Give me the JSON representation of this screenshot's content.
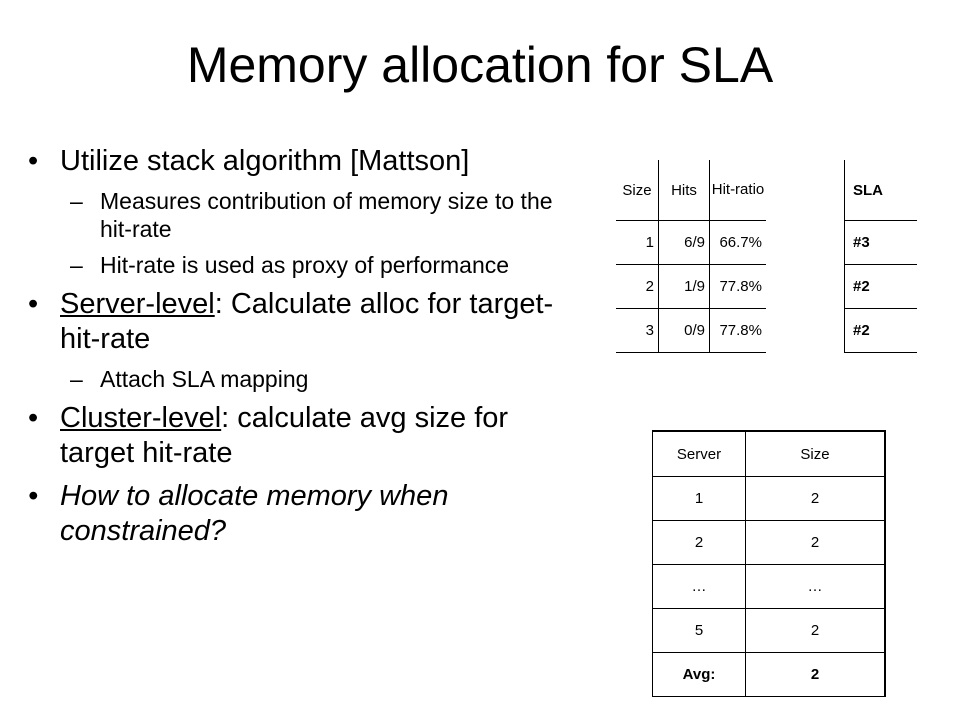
{
  "title": "Memory allocation for SLA",
  "bullets": {
    "b1": "Utilize stack algorithm [Mattson]",
    "b1_sub1": "Measures contribution of memory size to the hit-rate",
    "b1_sub2": "Hit-rate is used as proxy of performance",
    "b2_underline": "Server-level",
    "b2_rest": ": Calculate alloc for target-hit-rate",
    "b2_sub1": "Attach SLA mapping",
    "b3_underline": "Cluster-level",
    "b3_rest": ": calculate avg size for target hit-rate",
    "b4": "How to allocate memory when constrained?",
    "marker": "•",
    "sub_marker": "–"
  },
  "hit_table": {
    "headers": [
      "Size",
      "Hits",
      "Hit-ratio"
    ],
    "rows": [
      [
        "1",
        "6/9",
        "66.7%"
      ],
      [
        "2",
        "1/9",
        "77.8%"
      ],
      [
        "3",
        "0/9",
        "77.8%"
      ]
    ]
  },
  "sla_table": {
    "header": "SLA",
    "rows": [
      "#3",
      "#2",
      "#2"
    ]
  },
  "server_table": {
    "headers": [
      "Server",
      "Size"
    ],
    "rows": [
      [
        "1",
        "2"
      ],
      [
        "2",
        "2"
      ],
      [
        "…",
        "…"
      ],
      [
        "5",
        "2"
      ],
      [
        "Avg:",
        "2"
      ]
    ]
  }
}
